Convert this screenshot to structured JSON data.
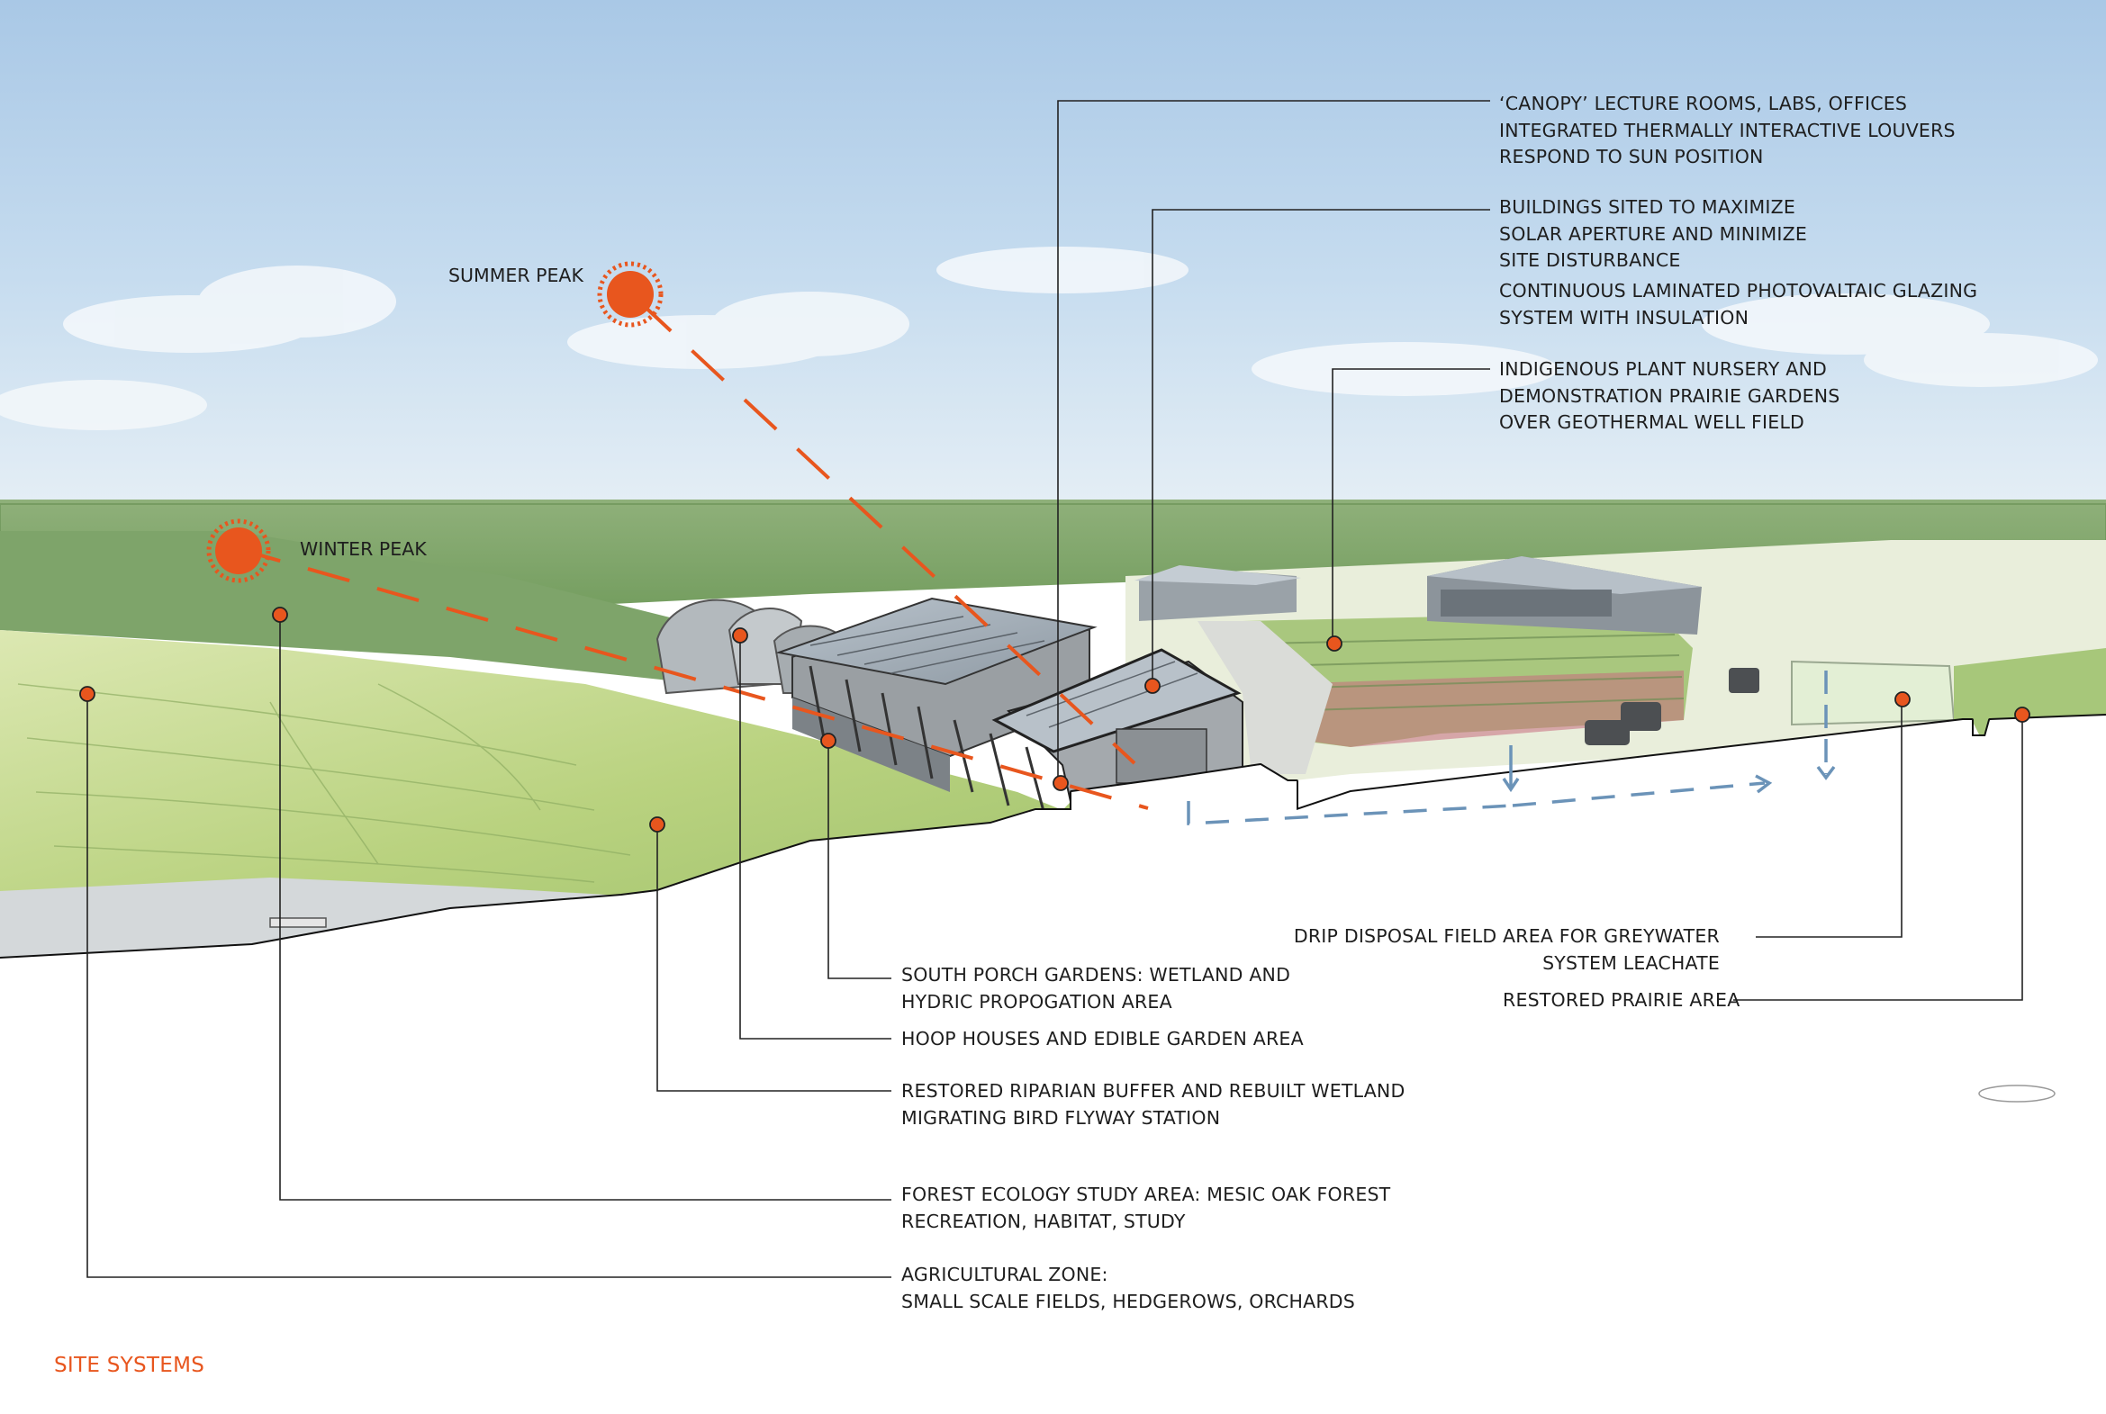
{
  "diagram": {
    "title": "SITE SYSTEMS",
    "accent_color": "#e8561e",
    "water_flow_color": "#6b93b8",
    "suns": {
      "summer": "SUMMER PEAK",
      "winter": "WINTER PEAK"
    },
    "callouts_top": [
      {
        "lines": [
          "‘CANOPY’ LECTURE ROOMS, LABS, OFFICES",
          "INTEGRATED THERMALLY INTERACTIVE LOUVERS",
          "RESPOND TO SUN POSITION"
        ]
      },
      {
        "lines": [
          "BUILDINGS SITED TO MAXIMIZE",
          "SOLAR APERTURE AND MINIMIZE",
          "SITE DISTURBANCE"
        ]
      },
      {
        "lines": [
          "CONTINUOUS LAMINATED PHOTOVALTAIC GLAZING",
          "SYSTEM WITH INSULATION"
        ]
      },
      {
        "lines": [
          "INDIGENOUS PLANT NURSERY AND",
          "DEMONSTRATION PRAIRIE GARDENS",
          "OVER GEOTHERMAL WELL FIELD"
        ]
      }
    ],
    "callouts_bottom": [
      {
        "lines": [
          "SOUTH PORCH GARDENS: WETLAND AND",
          "HYDRIC PROPOGATION AREA"
        ]
      },
      {
        "lines": [
          "HOOP HOUSES AND EDIBLE GARDEN AREA"
        ]
      },
      {
        "lines": [
          "RESTORED RIPARIAN BUFFER AND REBUILT WETLAND",
          "MIGRATING BIRD FLYWAY STATION"
        ]
      },
      {
        "lines": [
          "FOREST  ECOLOGY STUDY AREA: MESIC OAK FOREST",
          "RECREATION, HABITAT, STUDY"
        ]
      },
      {
        "lines": [
          "AGRICULTURAL  ZONE:",
          "SMALL SCALE FIELDS, HEDGEROWS, ORCHARDS"
        ]
      }
    ],
    "callouts_right": [
      {
        "lines": [
          "DRIP DISPOSAL FIELD AREA FOR GREYWATER",
          "SYSTEM LEACHATE"
        ]
      },
      {
        "lines": [
          "RESTORED PRAIRIE AREA"
        ]
      }
    ]
  }
}
